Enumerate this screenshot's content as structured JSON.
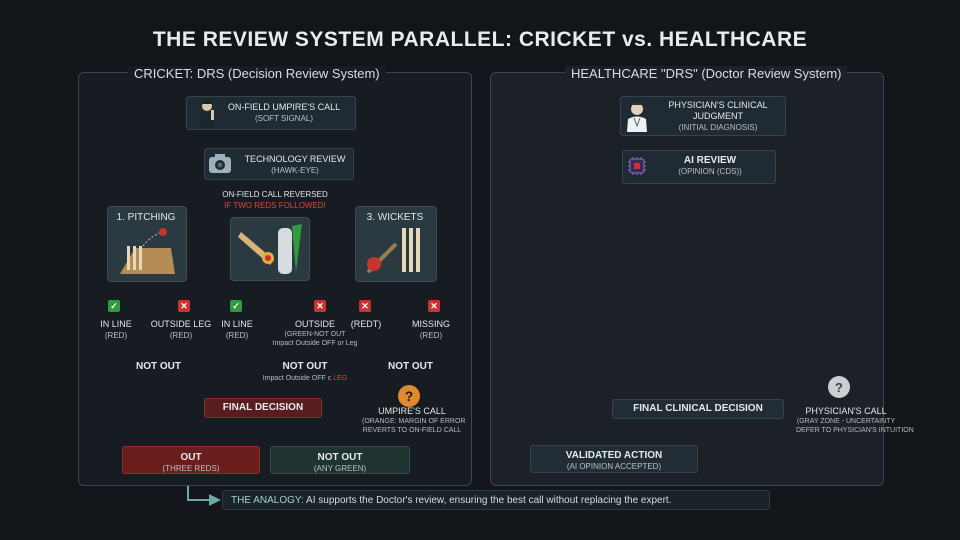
{
  "title": "THE REVIEW SYSTEM PARALLEL: CRICKET vs. HEALTHCARE",
  "cricket": {
    "panel_title": "CRICKET: DRS (Decision Review System)",
    "umpire_call": {
      "title": "ON-FIELD UMPIRE'S CALL",
      "sub": "(SOFT SIGNAL)"
    },
    "tech_review": {
      "title": "TECHNOLOGY REVIEW",
      "sub": "(HAWK-EYE)"
    },
    "reversal": {
      "line1": "ON-FIELD CALL REVERSED",
      "line2": "IF TWO REDS FOLLOWED!"
    },
    "pitching": {
      "label": "1. PITCHING"
    },
    "wickets": {
      "label": "3. WICKETS"
    },
    "outcomes": {
      "in_line_1": {
        "title": "IN LINE",
        "sub": "(RED)"
      },
      "outside_leg": {
        "title": "OUTSIDE LEG",
        "sub": "(RED)"
      },
      "in_line_2": {
        "title": "IN LINE",
        "sub": "(RED)"
      },
      "outside": {
        "title": "OUTSIDE",
        "sub": "(GREEN-NOT OUT",
        "sub2": "Impact Outside OFF or Leg"
      },
      "redt": {
        "title": "(REDT)"
      },
      "missing": {
        "title": "MISSING",
        "sub": "(RED)"
      }
    },
    "not_out_1": "NOT OUT",
    "not_out_2": {
      "title": "NOT OUT",
      "sub_a": "Impact Outside OFF",
      "sub_b": "c",
      "sub_c": "LEG"
    },
    "not_out_3": "NOT OUT",
    "final_decision": "FINAL DECISION",
    "umpires_call": {
      "title": "UMPIRE'S CALL",
      "sub1": "(ORANGE: MARGIN OF ERROR",
      "sub2": "REVERTS TO ON-FIELD CALL"
    },
    "out": {
      "title": "OUT",
      "sub": "(THREE REDS)"
    },
    "not_out_final": {
      "title": "NOT OUT",
      "sub": "(ANY GREEN)"
    }
  },
  "healthcare": {
    "panel_title": "HEALTHCARE \"DRS\" (Doctor Review System)",
    "physician": {
      "line1": "PHYSICIAN'S CLINICAL",
      "line2": "JUDGMENT",
      "sub": "(INITIAL DIAGNOSIS)"
    },
    "ai_review": {
      "title": "AI REVIEW",
      "sub": "(OPINION (CDS))"
    },
    "final_clinical": "FINAL CLINICAL DECISION",
    "physicians_call": {
      "title": "PHYSICIAN'S CALL",
      "sub1": "(GRAY ZONE - UNCERTAINTY",
      "sub2": "DEFER TO PHYSICIAN'S INTUITION"
    },
    "validated": {
      "title": "VALIDATED ACTION",
      "sub": "(AI OPINION ACCEPTED)"
    }
  },
  "analogy": {
    "lead": "THE ANALOGY:",
    "text": " AI supports the Doctor's review, ensuring the best call without replacing the expert."
  },
  "colors": {
    "red": "#c7342f",
    "green": "#2f9a3e",
    "orange": "#e08a2c",
    "teal": "#6fa7a6",
    "blue_gray": "#6c8393"
  }
}
